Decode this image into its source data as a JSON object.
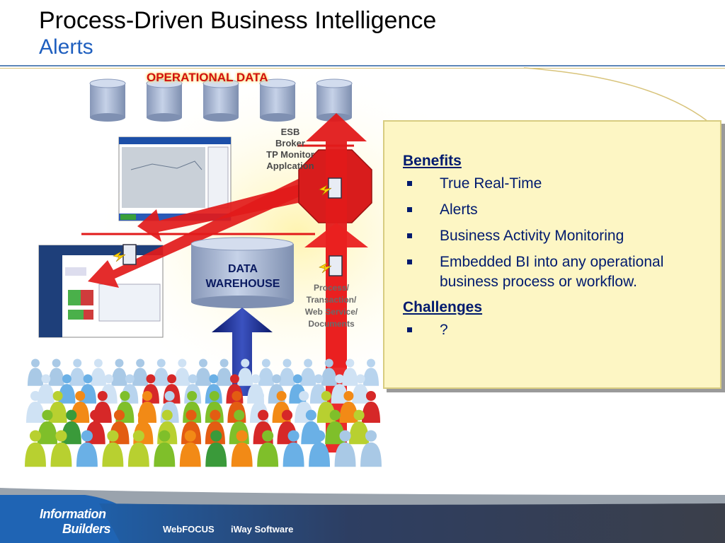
{
  "header": {
    "title": "Process-Driven Business Intelligence",
    "subtitle": "Alerts"
  },
  "diagram": {
    "operational_data_label": "OPERATIONAL DATA",
    "esb_label": [
      "ESB",
      "Broker",
      "TP Monitor",
      "Applcation"
    ],
    "warehouse_label": [
      "DATA",
      "WAREHOUSE"
    ],
    "process_label": [
      "Process/",
      "Transaction/",
      "Web Service/",
      "Documents"
    ],
    "colors": {
      "arrow_red": "#e21a1a",
      "arrow_blue": "#1a2a8c",
      "octagon_red": "#d81c1c",
      "cylinder": "#9aaccc"
    }
  },
  "panel": {
    "benefits_header": "Benefits",
    "benefits": [
      "True Real-Time",
      "Alerts",
      "Business Activity Monitoring",
      "Embedded BI into any operational business process or workflow."
    ],
    "challenges_header": "Challenges",
    "challenges": [
      "?"
    ]
  },
  "footer": {
    "logo_line1": "Information",
    "logo_line2": "Builders",
    "product1": "WebFOCUS",
    "product2": "iWay Software"
  }
}
